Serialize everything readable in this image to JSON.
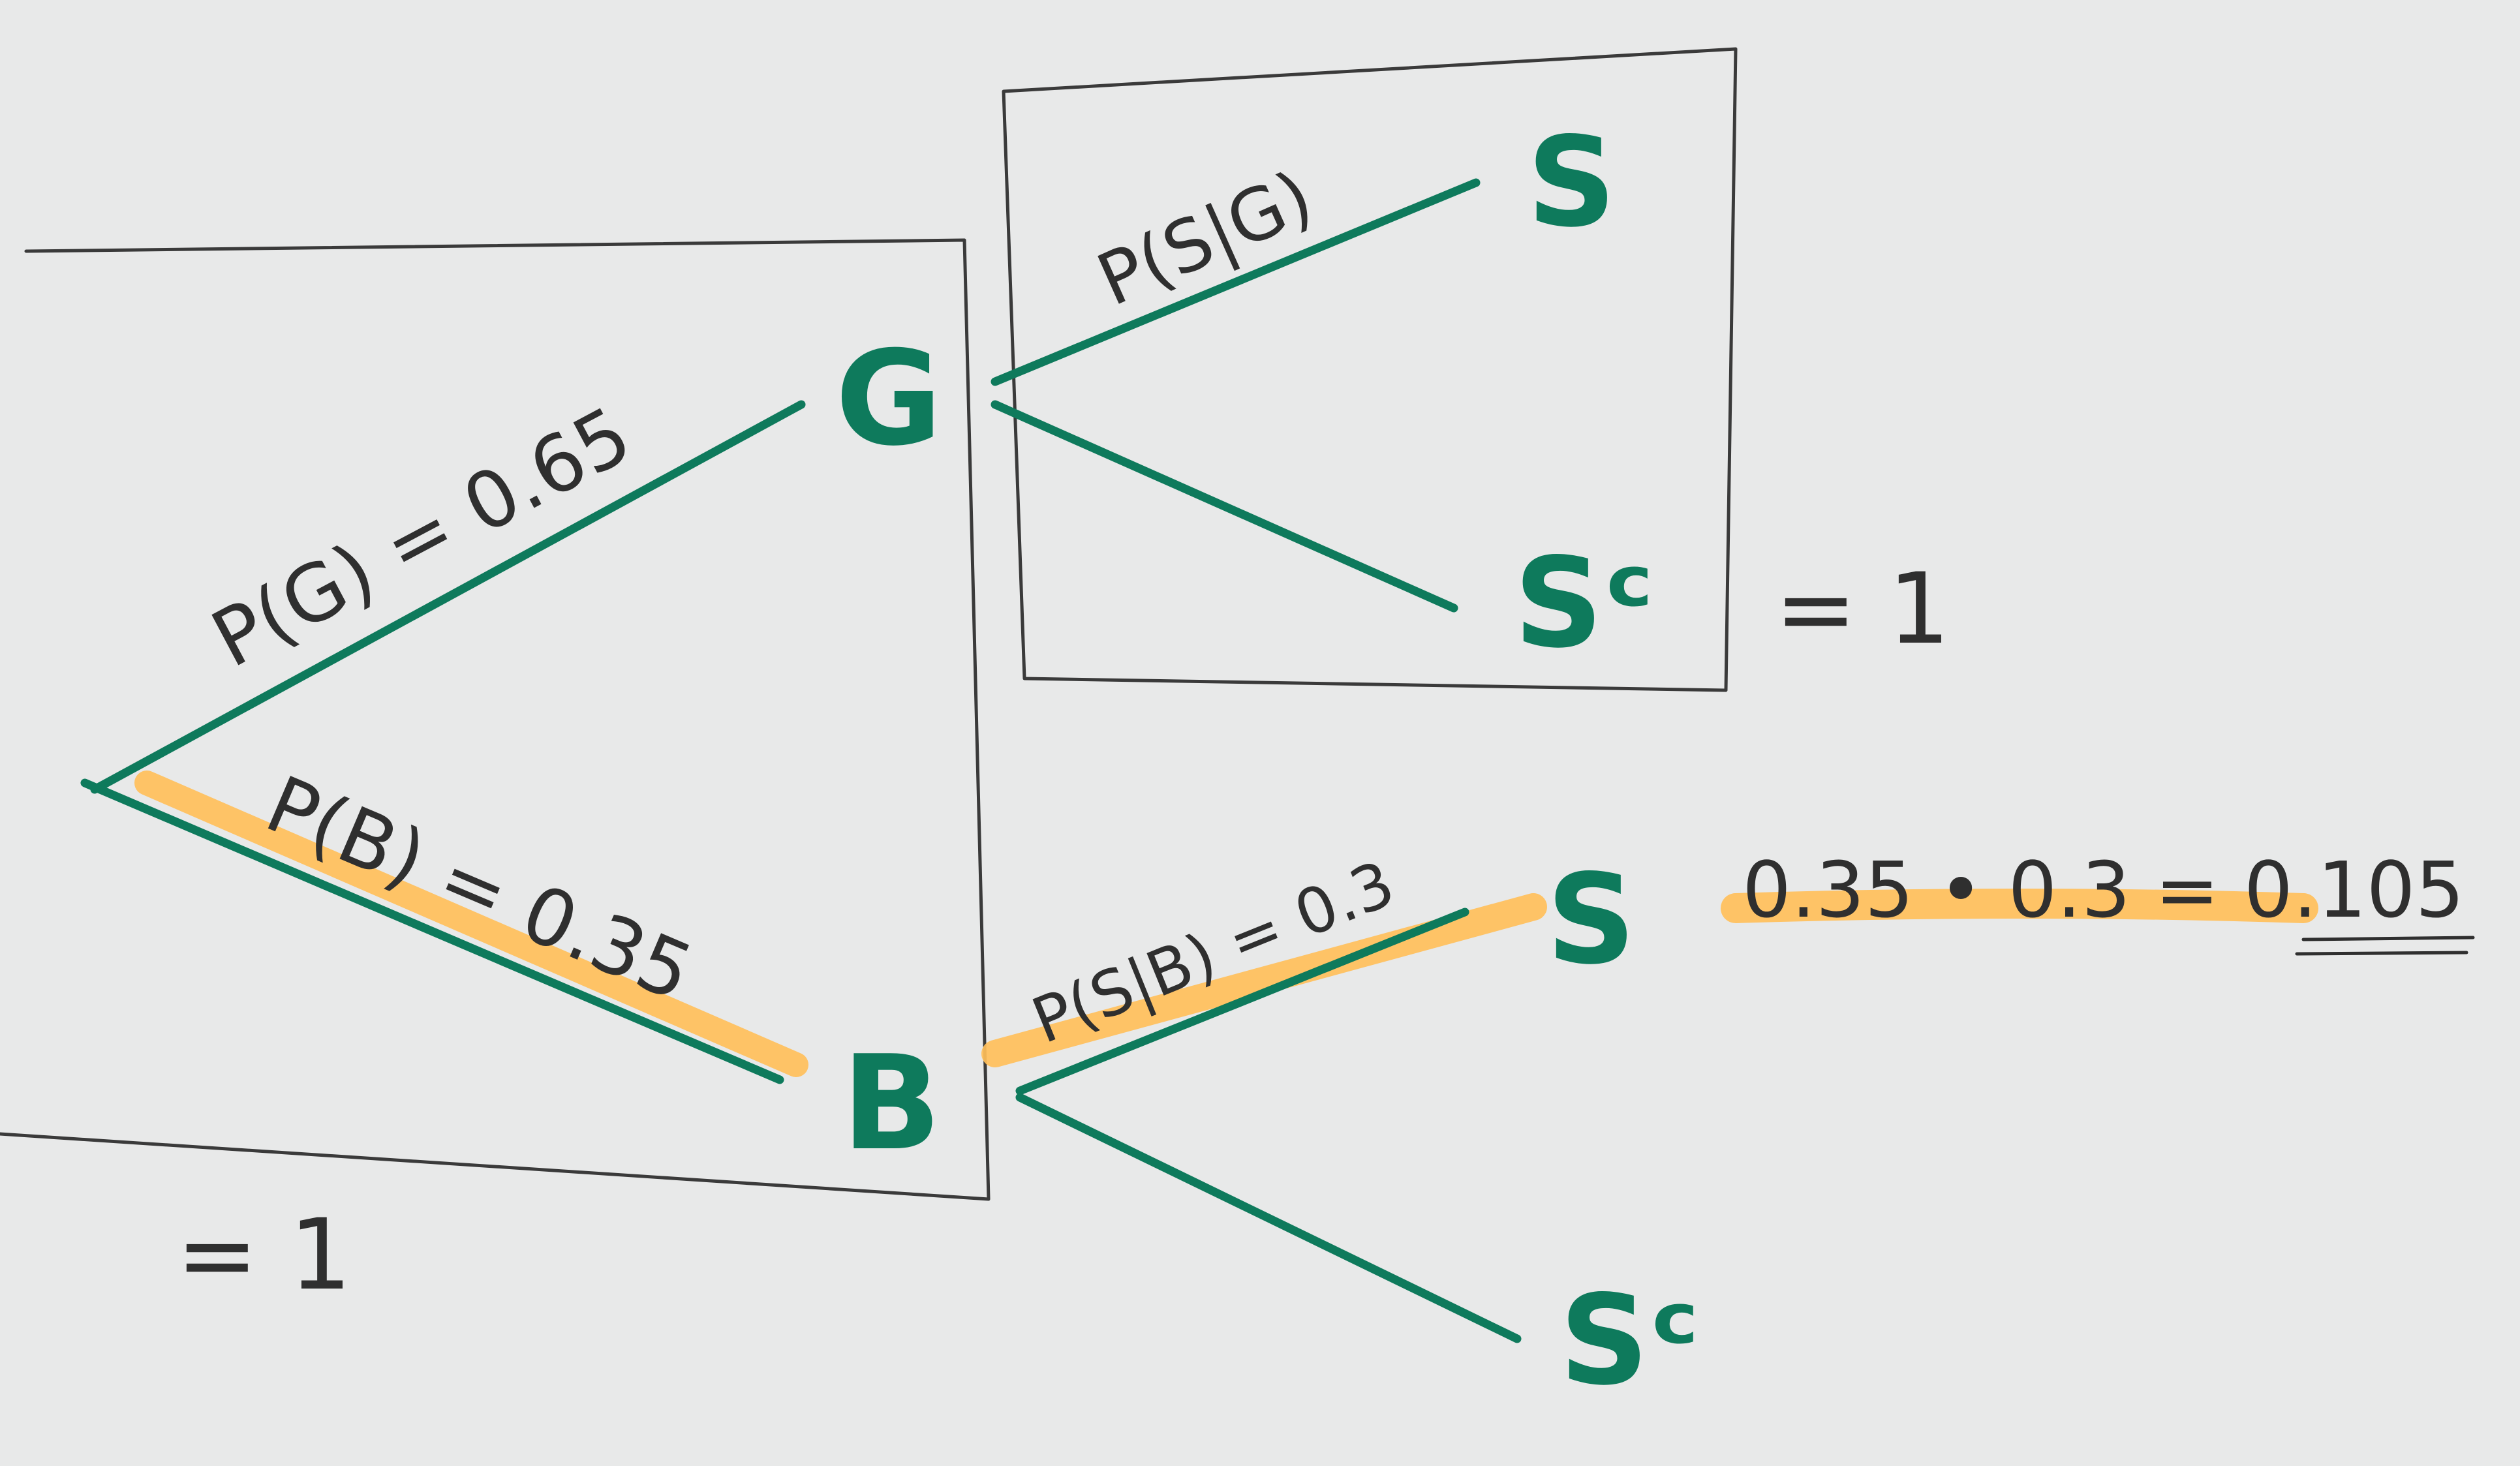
{
  "colors": {
    "paper": "#e8e9e9",
    "branch": "#0e7a5c",
    "highlight": "#ffbf5a",
    "pen": "#2f2f2f"
  },
  "nodes": {
    "good": "G",
    "bad": "B",
    "success_after_good": "S",
    "failure_after_good": "Sᶜ",
    "success_after_bad": "S",
    "failure_after_bad": "Sᶜ"
  },
  "branch_labels": {
    "p_good": "P(G) = 0.65",
    "p_bad": "P(B) = 0.35",
    "p_s_given_g": "P(S|G)",
    "p_s_given_b": "P(S|B) = 0.3"
  },
  "sums": {
    "first_stage": "= 1",
    "second_stage": "= 1"
  },
  "result": {
    "expression": "0.35 • 0.3 = 0.105"
  }
}
